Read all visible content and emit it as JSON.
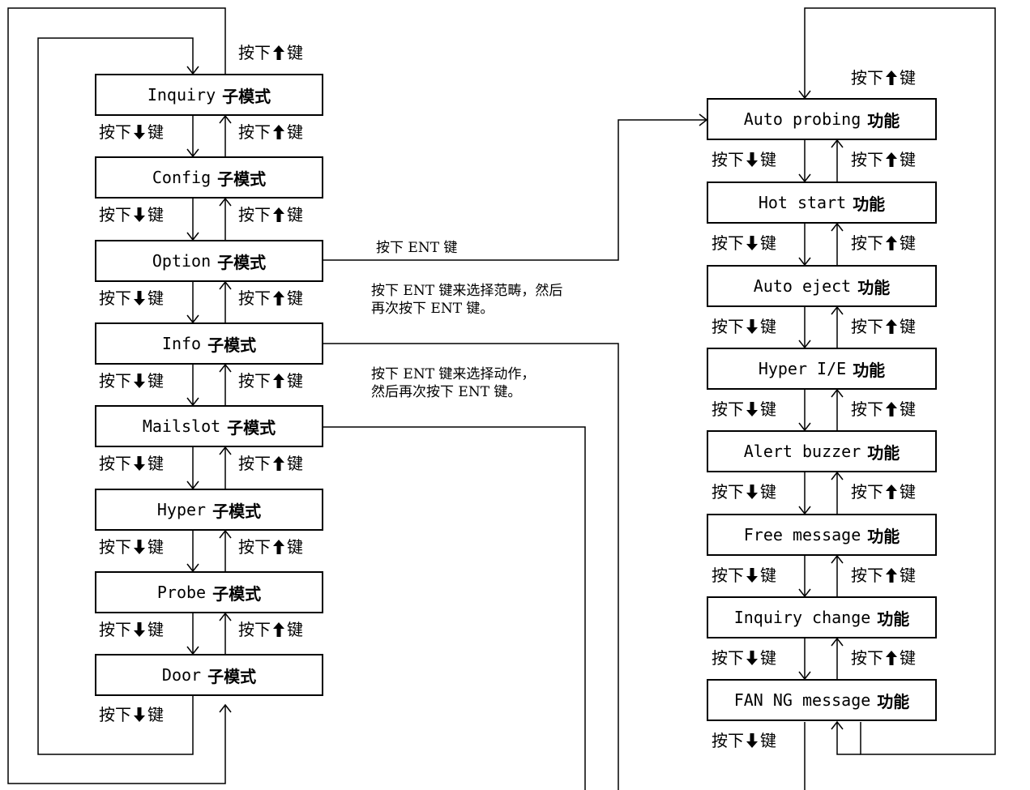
{
  "submodes": [
    {
      "name": "Inquiry",
      "suffix": "子模式"
    },
    {
      "name": "Config",
      "suffix": "子模式"
    },
    {
      "name": "Option",
      "suffix": "子模式"
    },
    {
      "name": "Info",
      "suffix": "子模式"
    },
    {
      "name": "Mailslot",
      "suffix": "子模式"
    },
    {
      "name": "Hyper",
      "suffix": "子模式"
    },
    {
      "name": "Probe",
      "suffix": "子模式"
    },
    {
      "name": "Door",
      "suffix": "子模式"
    }
  ],
  "functions": [
    {
      "name": "Auto probing",
      "suffix": "功能"
    },
    {
      "name": "Hot start",
      "suffix": "功能"
    },
    {
      "name": "Auto eject",
      "suffix": "功能"
    },
    {
      "name": "Hyper I/E",
      "suffix": "功能"
    },
    {
      "name": "Alert buzzer",
      "suffix": "功能"
    },
    {
      "name": "Free message",
      "suffix": "功能"
    },
    {
      "name": "Inquiry change",
      "suffix": "功能"
    },
    {
      "name": "FAN NG message",
      "suffix": "功能"
    }
  ],
  "key_label": {
    "prefix": "按下",
    "suffix": "键"
  },
  "notes": {
    "ent": "按下 ENT 键",
    "option_line1": "按下 ENT 键来选择范畴，然后",
    "option_line2": "再次按下 ENT 键。",
    "info_line1": "按下 ENT 键来选择动作，",
    "info_line2": "然后再次按下 ENT 键。"
  }
}
